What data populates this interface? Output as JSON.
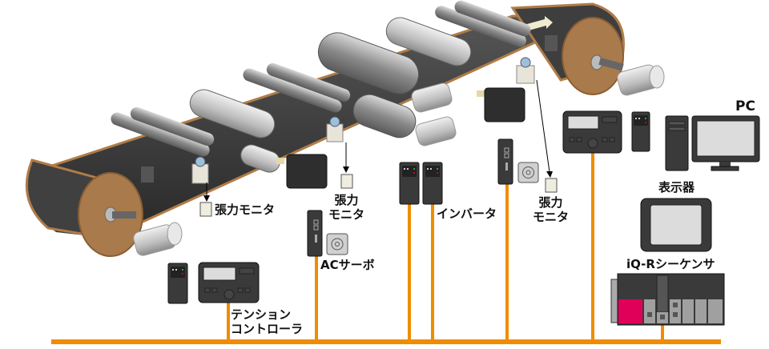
{
  "diagram": {
    "title": "Tension control system for web conveying line",
    "network_color": "#f08c00",
    "labels": {
      "tension_monitor_1": "張力モニタ",
      "tension_monitor_2_line1": "張力",
      "tension_monitor_2_line2": "モニタ",
      "tension_monitor_3_line1": "張力",
      "tension_monitor_3_line2": "モニタ",
      "ac_servo": "ACサーボ",
      "inverter": "インバータ",
      "tension_controller_line1": "テンション",
      "tension_controller_line2": "コントローラ",
      "pc": "PC",
      "display": "表示器",
      "sequencer": "iQ-Rシーケンサ"
    },
    "colors": {
      "belt": "#3c3c3c",
      "belt_edge": "#b07c48",
      "roll_face": "#a87a4c",
      "device_dark": "#3a3a3a",
      "screen": "#dcdcdc",
      "cpu_module": "#e0005a"
    }
  }
}
